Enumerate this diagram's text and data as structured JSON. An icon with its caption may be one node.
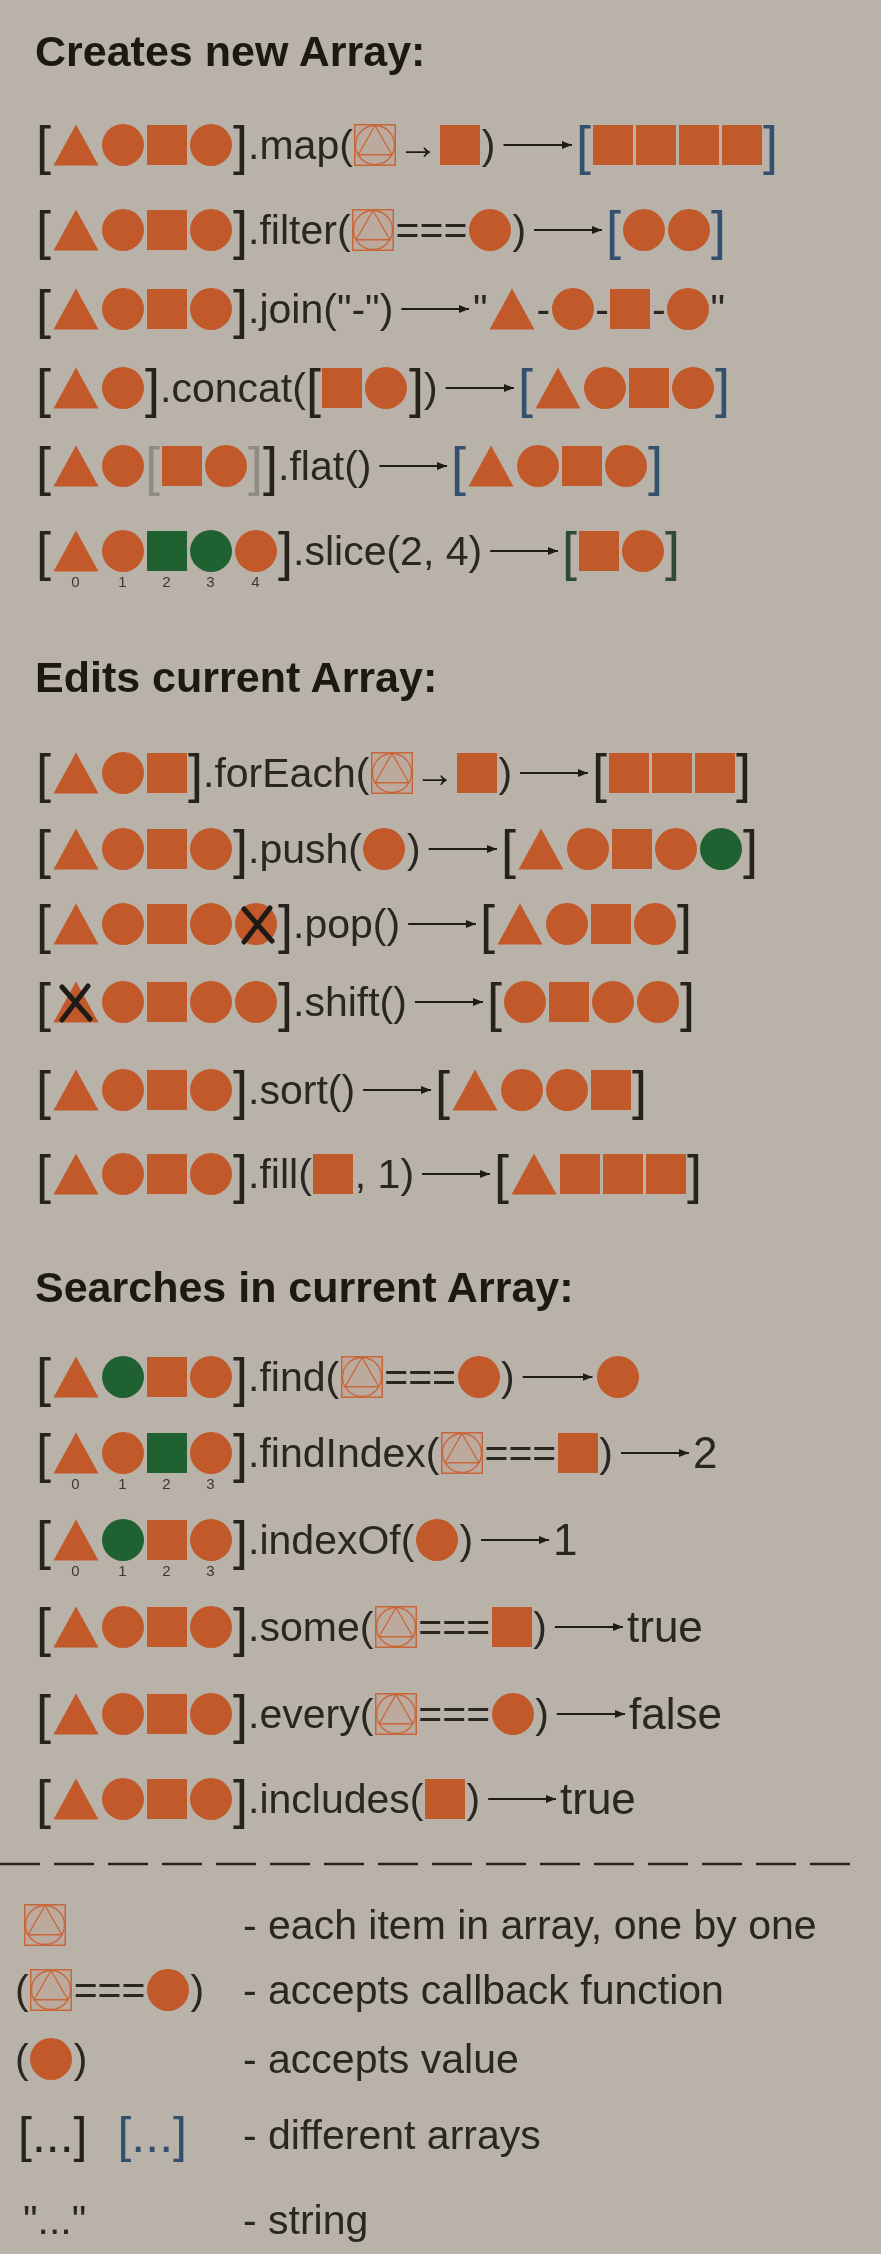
{
  "diagram": {
    "nodes": [
      {
        "text": [
          "[",
          "]",
          ".map(",
          "→",
          ")"
        ]
      },
      {
        "text": [
          "[",
          "]"
        ]
      },
      {
        "text": [
          "[",
          "]",
          ".filter(",
          "===",
          ")"
        ]
      },
      {
        "text": [
          "[",
          "]"
        ]
      },
      {
        "text": [
          "[",
          "]",
          ".join(\"-\")"
        ]
      },
      {
        "text": [
          "\"",
          "-",
          "-",
          "-",
          "\""
        ]
      },
      {
        "text": [
          "[",
          "]",
          ".concat(",
          "[",
          "]",
          ")"
        ]
      },
      {
        "text": [
          "[",
          "]"
        ]
      },
      {
        "text": [
          "[",
          "[",
          "]",
          "]",
          ".flat()"
        ]
      },
      {
        "text": [
          "[",
          "]"
        ]
      },
      {
        "text": [
          "[",
          "]",
          ".slice(2, 4)",
          "0",
          "1",
          "2",
          "3",
          "4"
        ]
      },
      {
        "text": [
          "[",
          "]"
        ]
      },
      {
        "text": [
          "[",
          "]",
          ".forEach(",
          "→",
          ")"
        ]
      },
      {
        "text": [
          "[",
          "]"
        ]
      },
      {
        "text": [
          "[",
          "]",
          ".push(",
          ")"
        ]
      },
      {
        "text": [
          "[",
          "]"
        ]
      },
      {
        "text": [
          "[",
          "]",
          ".pop()"
        ]
      },
      {
        "text": [
          "[",
          "]"
        ]
      },
      {
        "text": [
          "[",
          "]",
          ".shift()"
        ]
      },
      {
        "text": [
          "[",
          "]"
        ]
      },
      {
        "text": [
          "[",
          "]",
          ".sort()"
        ]
      },
      {
        "text": [
          "[",
          "]"
        ]
      },
      {
        "text": [
          "[",
          "]",
          ".fill(",
          ", 1)"
        ]
      },
      {
        "text": [
          "[",
          "]"
        ]
      },
      {
        "text": [
          "[",
          "]",
          ".find(",
          "===",
          ")"
        ]
      },
      {
        "text": [],
        "shape": "circle"
      },
      {
        "text": [
          "[",
          "]",
          ".findIndex(",
          "===",
          ")",
          "0",
          "1",
          "2",
          "3"
        ]
      },
      {
        "text": [
          "2"
        ]
      },
      {
        "text": [
          "[",
          "]",
          ".indexOf(",
          ")",
          "0",
          "1",
          "2",
          "3"
        ]
      },
      {
        "text": [
          "1"
        ]
      },
      {
        "text": [
          "[",
          "]",
          ".some(",
          "===",
          ")"
        ]
      },
      {
        "text": [
          "true"
        ]
      },
      {
        "text": [
          "[",
          "]",
          ".every(",
          "===",
          ")"
        ]
      },
      {
        "text": [
          "false"
        ]
      },
      {
        "text": [
          "[",
          "]",
          ".includes(",
          ")"
        ]
      },
      {
        "text": [
          "true"
        ]
      }
    ],
    "edges": [
      {
        "from": 0,
        "to": 1,
        "arrow": "to"
      },
      {
        "from": 2,
        "to": 3,
        "arrow": "to"
      },
      {
        "from": 4,
        "to": 5,
        "arrow": "to"
      },
      {
        "from": 6,
        "to": 7,
        "arrow": "to"
      },
      {
        "from": 8,
        "to": 9,
        "arrow": "to"
      },
      {
        "from": 10,
        "to": 11,
        "arrow": "to"
      },
      {
        "from": 12,
        "to": 13,
        "arrow": "to"
      },
      {
        "from": 14,
        "to": 15,
        "arrow": "to"
      },
      {
        "from": 16,
        "to": 17,
        "arrow": "to"
      },
      {
        "from": 18,
        "to": 19,
        "arrow": "to"
      },
      {
        "from": 20,
        "to": 21,
        "arrow": "to"
      },
      {
        "from": 22,
        "to": 23,
        "arrow": "to"
      },
      {
        "from": 24,
        "to": 25,
        "arrow": "to"
      },
      {
        "from": 26,
        "to": 27,
        "arrow": "to"
      },
      {
        "from": 28,
        "to": 29,
        "arrow": "to"
      },
      {
        "from": 30,
        "to": 31,
        "arrow": "to"
      },
      {
        "from": 32,
        "to": 33,
        "arrow": "to"
      },
      {
        "from": 34,
        "to": 35,
        "arrow": "to"
      }
    ],
    "labels": [
      "Creates new Array:",
      "Edits current Array:",
      "Searches in current Array:",
      "(",
      "===",
      ")",
      "(",
      ")",
      "[...]",
      "[...]",
      "\"...\""
    ],
    "legend": [
      {
        "text": "- each item in array, one by one"
      },
      {
        "text": "- accepts callback function"
      },
      {
        "text": "- accepts value"
      },
      {
        "text": "- different arrays"
      },
      {
        "text": "- string"
      }
    ]
  }
}
